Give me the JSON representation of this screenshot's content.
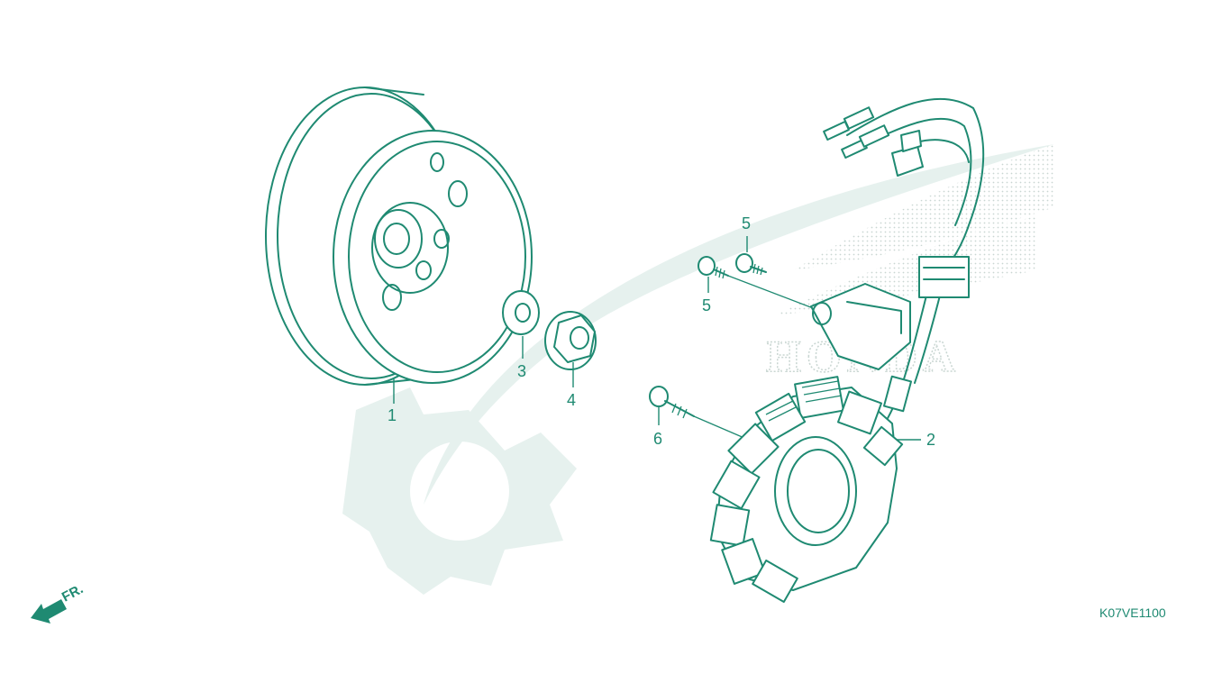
{
  "callouts": [
    {
      "id": "1",
      "label": "1"
    },
    {
      "id": "2",
      "label": "2"
    },
    {
      "id": "3",
      "label": "3"
    },
    {
      "id": "4",
      "label": "4"
    },
    {
      "id": "5a",
      "label": "5"
    },
    {
      "id": "5b",
      "label": "5"
    },
    {
      "id": "6",
      "label": "6"
    }
  ],
  "direction_indicator": {
    "label": "FR."
  },
  "diagram_code": "K07VE1100",
  "watermark": {
    "brand_text": "HONDA",
    "icon": "honda-wing-icon",
    "gear_icon": "gear-watermark-icon"
  },
  "colors": {
    "line": "#1f8a72",
    "watermark_gear": "#e6f1ee",
    "watermark_dots": "#c9d6d2"
  }
}
